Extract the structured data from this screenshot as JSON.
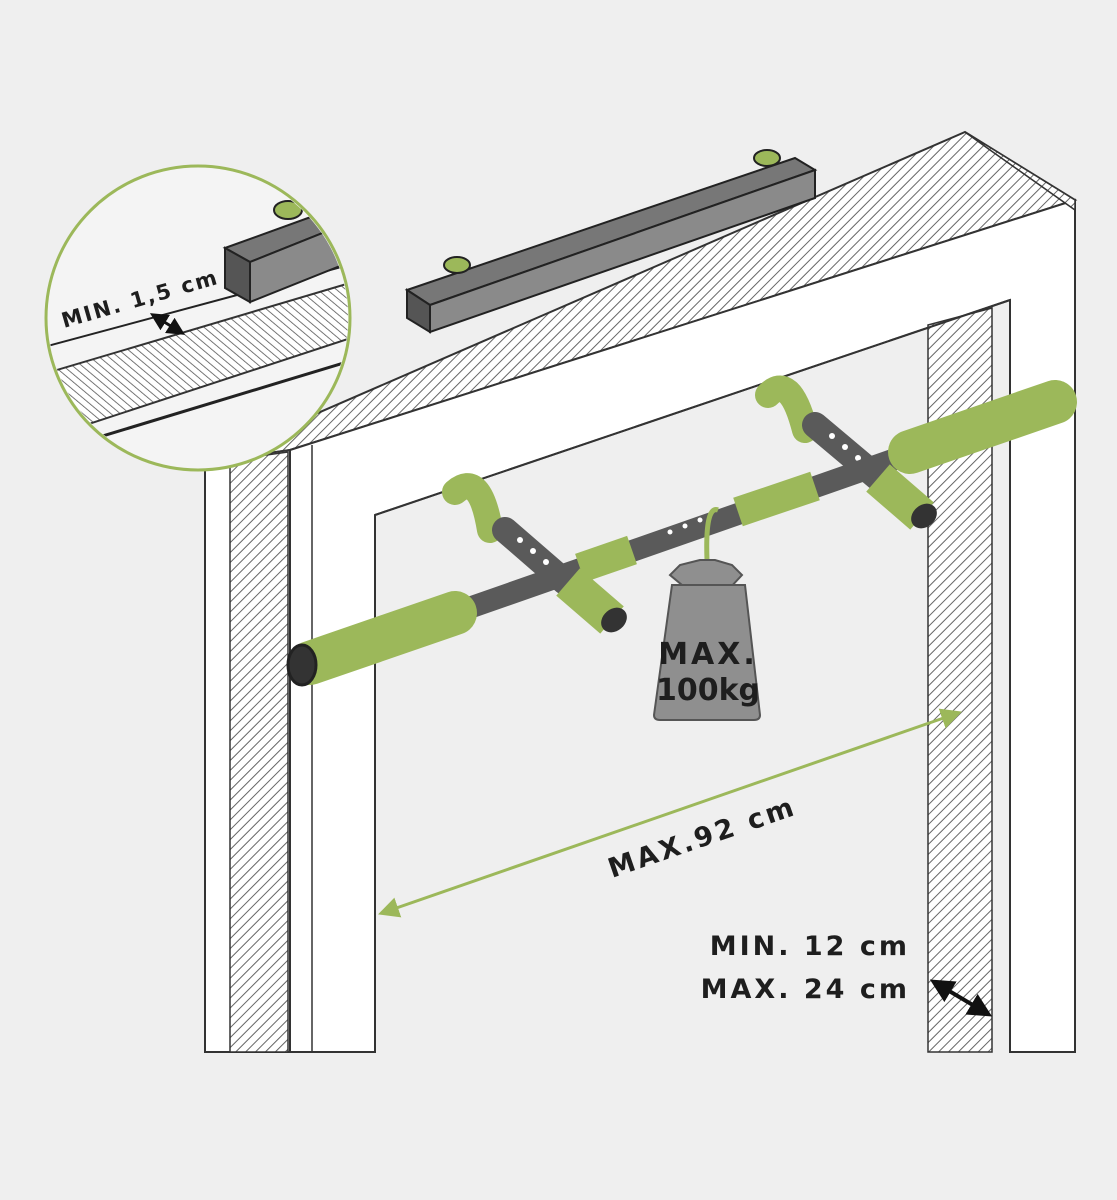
{
  "labels": {
    "inset_min": "MIN. 1,5 cm",
    "weight_line1": "MAX.",
    "weight_line2": "100kg",
    "width_max": "MAX.92 cm",
    "depth_min": "MIN.  12 cm",
    "depth_max": "MAX.  24 cm"
  },
  "colors": {
    "background": "#efefef",
    "frame": "#ffffff",
    "outline": "#333333",
    "accent_green": "#9cb85a",
    "accent_green_dark": "#6f8a36",
    "bar_gray": "#5a5a5a",
    "weight_gray": "#8f8f8f",
    "arrow_black": "#111111"
  }
}
